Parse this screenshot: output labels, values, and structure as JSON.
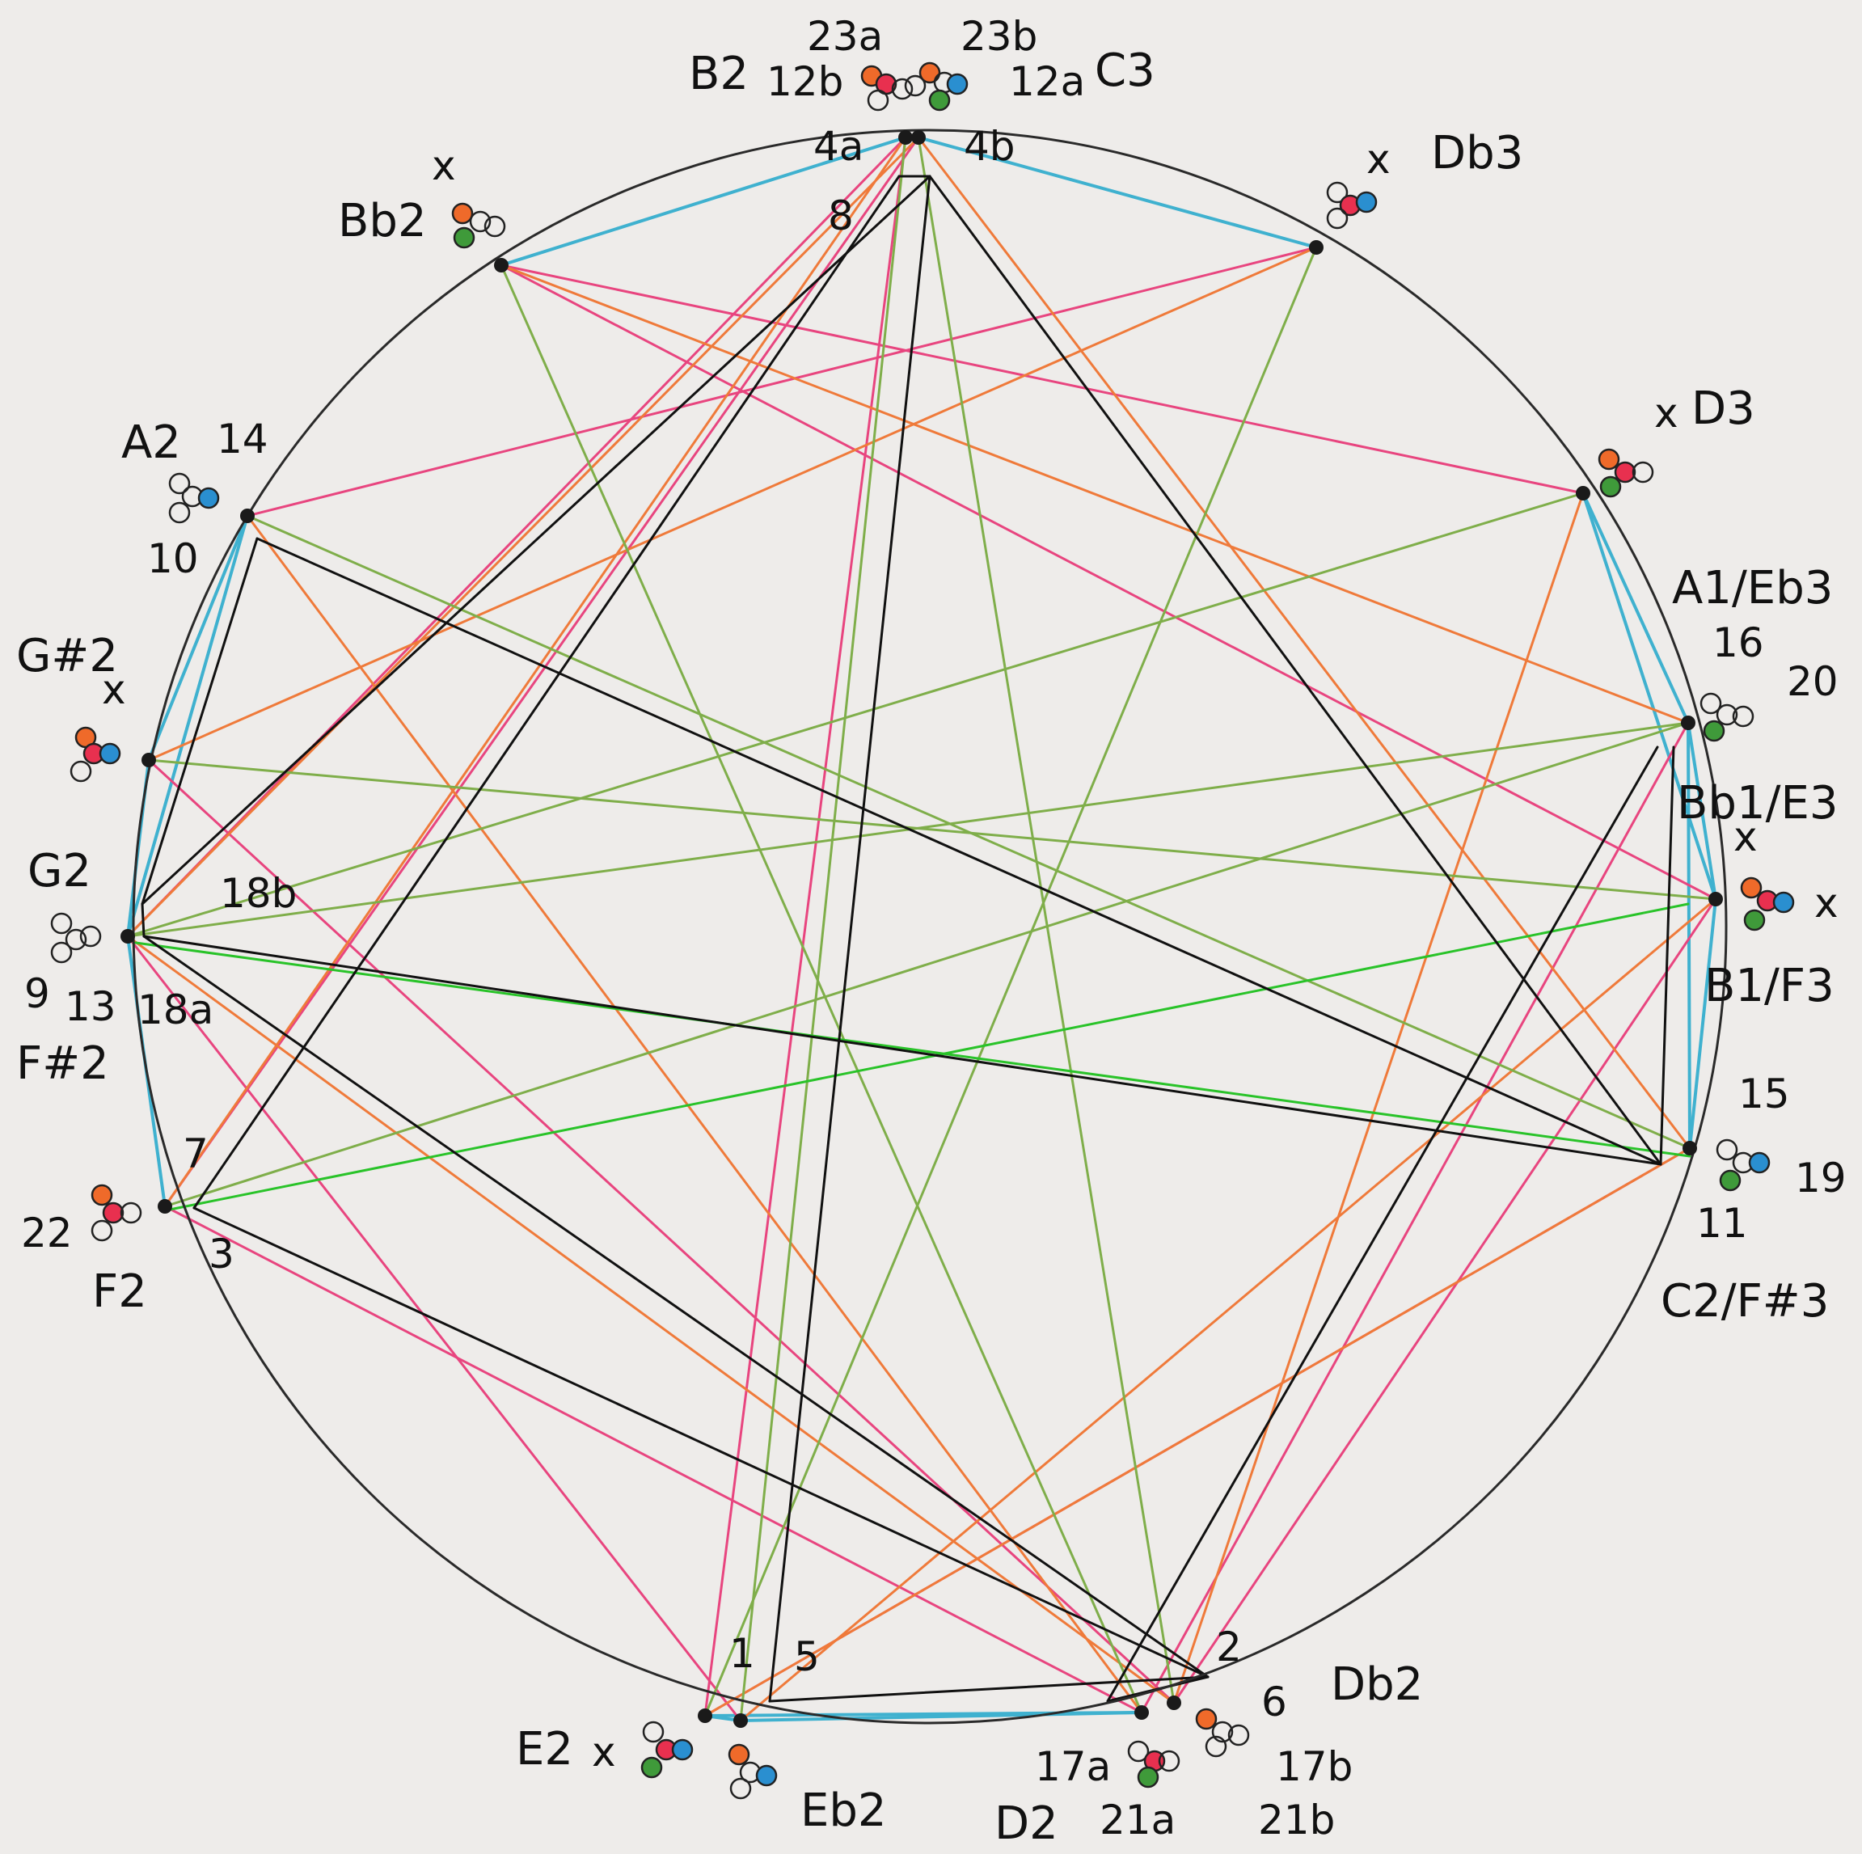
{
  "colors": {
    "background": "#eeecea",
    "circle": "#2a2a2a",
    "pink": "#e8457f",
    "orange": "#ef7a3a",
    "green": "#7fae4a",
    "bright_green": "#29c329",
    "blue": "#3fb1cf",
    "black": "#111111",
    "dot_red": "#e8304f",
    "dot_orange": "#ef6a2a",
    "dot_blue": "#2a8fd0",
    "dot_green": "#3f9a3a"
  },
  "nodes": [
    {
      "id": "n1",
      "label": "B2 12b 4a"
    },
    {
      "id": "n2",
      "label": "C3 12a 4b"
    },
    {
      "id": "n3",
      "label": "Db3"
    },
    {
      "id": "n4",
      "label": "D3"
    },
    {
      "id": "n5",
      "label": "A1/Eb3"
    },
    {
      "id": "n6",
      "label": "Bb1/E3"
    },
    {
      "id": "n7",
      "label": "C2/F#3"
    },
    {
      "id": "n8",
      "label": "Db2"
    },
    {
      "id": "n9",
      "label": "D2"
    },
    {
      "id": "n10",
      "label": "Eb2"
    },
    {
      "id": "n11",
      "label": "E2"
    },
    {
      "id": "n12",
      "label": "F2"
    },
    {
      "id": "n13",
      "label": "G2"
    },
    {
      "id": "n14",
      "label": "G#2"
    },
    {
      "id": "n15",
      "label": "A2"
    },
    {
      "id": "n16",
      "label": "Bb2"
    }
  ],
  "labels": {
    "b2": "B2",
    "c3": "C3",
    "db3": "Db3",
    "d3": "D3",
    "a1_eb3": "A1/Eb3",
    "bb1_e3": "Bb1/E3",
    "b1_f3": "B1/F3",
    "c2_fs3": "C2/F#3",
    "db2": "Db2",
    "d2": "D2",
    "eb2": "Eb2",
    "e2": "E2",
    "f2": "F2",
    "fs2": "F#2",
    "g2": "G2",
    "gs2": "G#2",
    "a2": "A2",
    "bb2": "Bb2",
    "n23a": "23a",
    "n23b": "23b",
    "n12b": "12b",
    "n12a": "12a",
    "n4a": "4a",
    "n4b": "4b",
    "n8": "8",
    "x_bb2": "x",
    "x_db3": "x",
    "x_d3": "x",
    "x_gs2": "x",
    "x_b1_top": "x",
    "x_b1_right": "x",
    "x_e2": "x",
    "n14": "14",
    "n10": "10",
    "n16": "16",
    "n20": "20",
    "n18b": "18b",
    "n9": "9",
    "n13": "13",
    "n18a": "18a",
    "n15": "15",
    "n19": "19",
    "n11": "11",
    "n7": "7",
    "n22": "22",
    "n3": "3",
    "n1": "1",
    "n5": "5",
    "n2": "2",
    "n6": "6",
    "n17a": "17a",
    "n17b": "17b",
    "n21a": "21a",
    "n21b": "21b"
  }
}
